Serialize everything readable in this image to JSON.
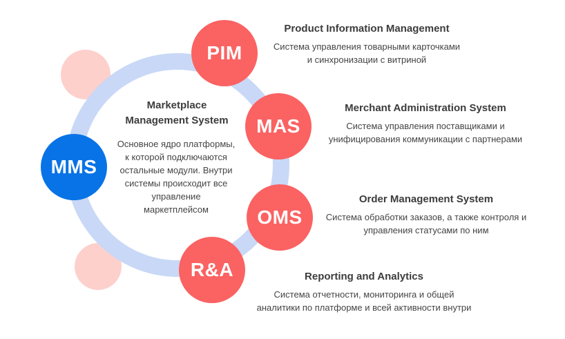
{
  "colors": {
    "ring": "#c9d8f6",
    "accent_red": "#fb6262",
    "accent_blue": "#0873e6",
    "blob": "#fdd0cc"
  },
  "center": {
    "title_line1": "Marketplace",
    "title_line2": "Management System",
    "desc_lines": [
      "Основное ядро платформы,",
      "к которой подключаются",
      "остальные модули. Внутри",
      "системы происходит все",
      "управление",
      "маркетплейсом"
    ]
  },
  "nodes": {
    "mms": "MMS",
    "pim": "PIM",
    "mas": "MAS",
    "oms": "OMS",
    "ra": "R&A"
  },
  "modules": [
    {
      "title": "Product Information Management",
      "desc_lines": [
        "Система управления товарными карточками",
        "и синхронизации с витриной"
      ]
    },
    {
      "title": "Merchant Administration System",
      "desc_lines": [
        "Система управления поставщиками и",
        "унифицирования коммуникации с партнерами"
      ]
    },
    {
      "title": "Order Management System",
      "desc_lines": [
        "Система обработки заказов, а также контроля и",
        "управления статусами по ним"
      ]
    },
    {
      "title": "Reporting and Analytics",
      "desc_lines": [
        "Система отчетности, мониторинга и общей",
        "аналитики по платформе и всей активности внутри"
      ]
    }
  ]
}
